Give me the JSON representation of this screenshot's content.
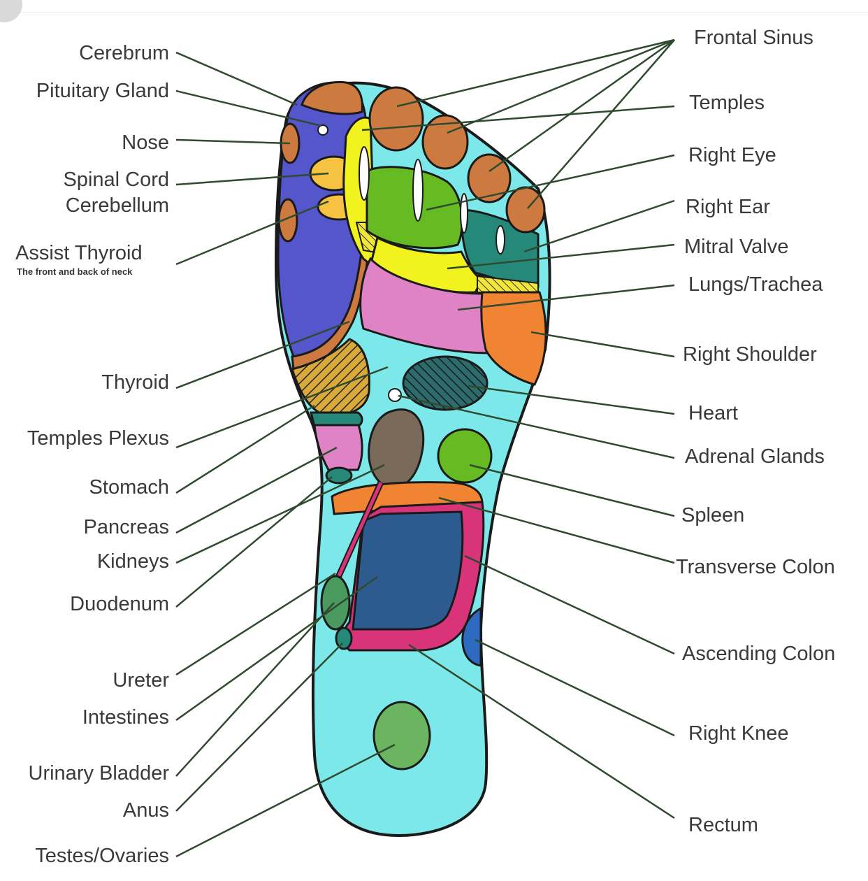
{
  "left_labels": [
    {
      "key": "cerebrum",
      "text": "Cerebrum"
    },
    {
      "key": "pituitary",
      "text": "Pituitary Gland"
    },
    {
      "key": "nose",
      "text": "Nose"
    },
    {
      "key": "spinal",
      "text": "Spinal Cord"
    },
    {
      "key": "cerebellum",
      "text": "Cerebellum"
    },
    {
      "key": "assist",
      "text": "Assist Thyroid"
    },
    {
      "key": "assist_sub",
      "text": "The front and back of neck"
    },
    {
      "key": "thyroid",
      "text": "Thyroid"
    },
    {
      "key": "temples_plexus",
      "text": "Temples Plexus"
    },
    {
      "key": "stomach",
      "text": "Stomach"
    },
    {
      "key": "pancreas",
      "text": "Pancreas"
    },
    {
      "key": "kidneys",
      "text": "Kidneys"
    },
    {
      "key": "duodenum",
      "text": "Duodenum"
    },
    {
      "key": "ureter",
      "text": "Ureter"
    },
    {
      "key": "intestines",
      "text": "Intestines"
    },
    {
      "key": "urinary",
      "text": "Urinary Bladder"
    },
    {
      "key": "anus",
      "text": "Anus"
    },
    {
      "key": "testes",
      "text": "Testes/Ovaries"
    }
  ],
  "right_labels": [
    {
      "key": "frontal",
      "text": "Frontal Sinus"
    },
    {
      "key": "temples",
      "text": "Temples"
    },
    {
      "key": "right_eye",
      "text": "Right Eye"
    },
    {
      "key": "right_ear",
      "text": "Right Ear"
    },
    {
      "key": "mitral",
      "text": "Mitral Valve"
    },
    {
      "key": "lungs",
      "text": "Lungs/Trachea"
    },
    {
      "key": "shoulder",
      "text": "Right Shoulder"
    },
    {
      "key": "heart",
      "text": "Heart"
    },
    {
      "key": "adrenal",
      "text": "Adrenal Glands"
    },
    {
      "key": "spleen",
      "text": "Spleen"
    },
    {
      "key": "transverse",
      "text": "Transverse Colon"
    },
    {
      "key": "ascending",
      "text": "Ascending Colon"
    },
    {
      "key": "knee",
      "text": "Right Knee"
    },
    {
      "key": "rectum",
      "text": "Rectum"
    }
  ],
  "colors": {
    "foot_base": "#7ce8ea",
    "outline": "#1a1a1a",
    "toe": "#cc7a40",
    "brain_purple": "#5555cc",
    "eye_green": "#66bb22",
    "yellow": "#f2f21e",
    "pink": "#e083c6",
    "orange": "#f08433",
    "teal": "#258878",
    "navy": "#2e5b8f",
    "magenta": "#d9337a",
    "leader": "#2f4a2f"
  }
}
